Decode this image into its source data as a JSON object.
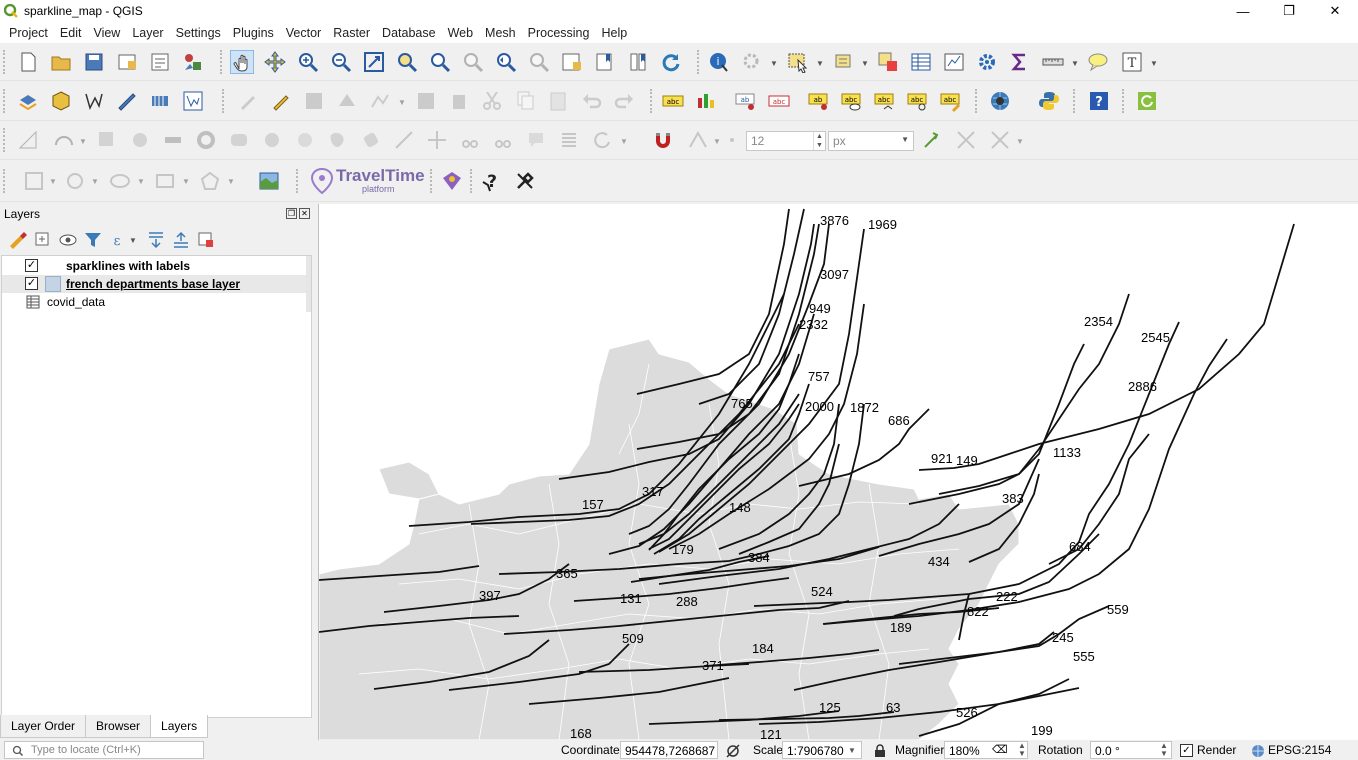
{
  "window": {
    "title": "sparkline_map - QGIS",
    "min": "—",
    "max": "❐",
    "close": "✕"
  },
  "menu": [
    "Project",
    "Edit",
    "View",
    "Layer",
    "Settings",
    "Plugins",
    "Vector",
    "Raster",
    "Database",
    "Web",
    "Mesh",
    "Processing",
    "Help"
  ],
  "digitize_toolbar": {
    "tolerance_value": "12",
    "tolerance_unit": "px"
  },
  "traveltime": {
    "name": "TravelTime",
    "sub": "platform"
  },
  "layers_panel": {
    "title": "Layers",
    "float_btn": "❐",
    "close_btn": "✕",
    "layers": [
      {
        "name": "sparklines with labels",
        "checked": "✓"
      },
      {
        "name": "french departments base layer",
        "checked": "✓"
      },
      {
        "name": "covid_data",
        "checked": ""
      }
    ]
  },
  "tabs": [
    "Layer Order",
    "Browser",
    "Layers"
  ],
  "map": {
    "labels": [
      "3876",
      "1969",
      "3097",
      "949",
      "2332",
      "757",
      "765",
      "2000",
      "1872",
      "686",
      "921",
      "149",
      "2354",
      "2545",
      "2886",
      "1133",
      "383",
      "157",
      "317",
      "148",
      "179",
      "384",
      "365",
      "397",
      "131",
      "288",
      "524",
      "434",
      "684",
      "222",
      "822",
      "189",
      "559",
      "245",
      "555",
      "509",
      "184",
      "371",
      "125",
      "63",
      "526",
      "168",
      "121",
      "199"
    ]
  },
  "status": {
    "locate_placeholder": "Type to locate (Ctrl+K)",
    "coordinate_label": "Coordinate",
    "coordinate_value": "954478,7268687",
    "scale_label": "Scale",
    "scale_value": "1:7906780",
    "magnifier_label": "Magnifier",
    "magnifier_value": "180%",
    "rotation_label": "Rotation",
    "rotation_value": "0.0 °",
    "render_label": "Render",
    "render_check": "✓",
    "crs": "EPSG:2154"
  }
}
